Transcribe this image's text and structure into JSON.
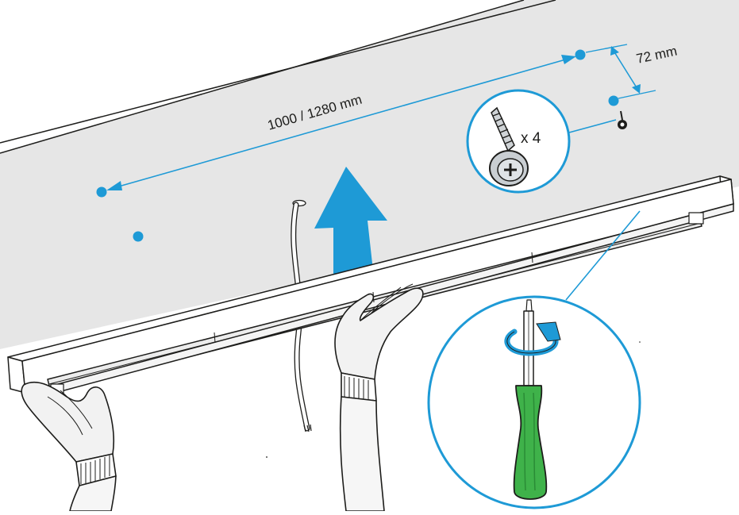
{
  "diagram": {
    "dimensions": {
      "spacing_label": "1000 / 1280 mm",
      "offset_label": "72 mm"
    },
    "callouts": {
      "screw_quantity": "x 4"
    },
    "colors": {
      "ceiling": "#e6e6e6",
      "annotation": "#1e9ad6",
      "arrow": "#1e9ad6",
      "outline": "#1d1d1b",
      "screwdriver_handle": "#3fb24a",
      "glove": "#f2f2f2"
    }
  }
}
